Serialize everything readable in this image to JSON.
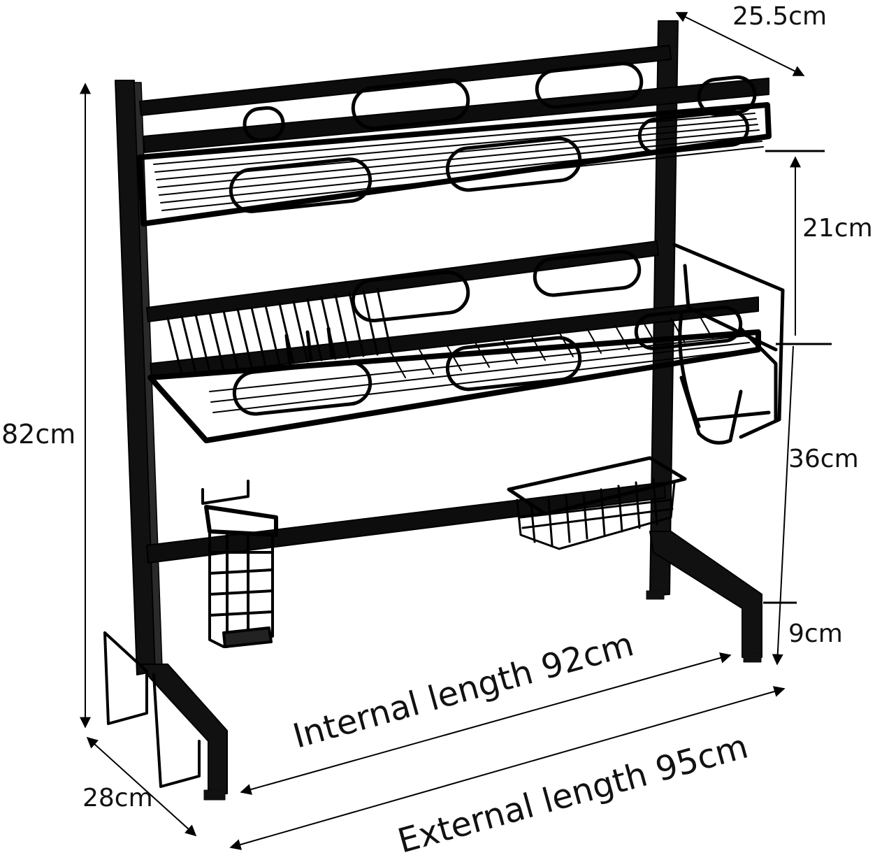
{
  "dimensions": {
    "depth_top": "25.5cm",
    "shelf_gap_top": "21cm",
    "height_total": "82cm",
    "shelf_gap_middle": "36cm",
    "foot_height": "9cm",
    "depth_base": "28cm",
    "internal_length": "Internal length 92cm",
    "external_length": "External length 95cm"
  },
  "colors": {
    "frame": "#0d0d0d",
    "background": "#ffffff",
    "text": "#111111"
  }
}
